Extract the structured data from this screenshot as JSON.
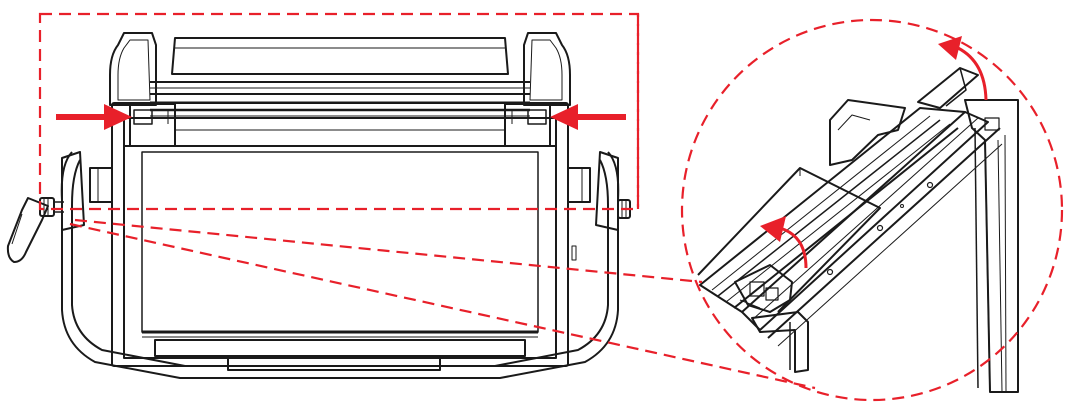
{
  "figure": {
    "accent_color": "#e8202a",
    "line_color": "#1a1a1a",
    "background": "#ffffff",
    "callout_style": "dashed",
    "components": {
      "main_view": "front-view-device-with-handle",
      "detail_view": "circular-zoom-detail",
      "arrows": [
        "push-arrow-left",
        "push-arrow-right",
        "rotate-arrow-top",
        "rotate-arrow-inner"
      ]
    }
  }
}
